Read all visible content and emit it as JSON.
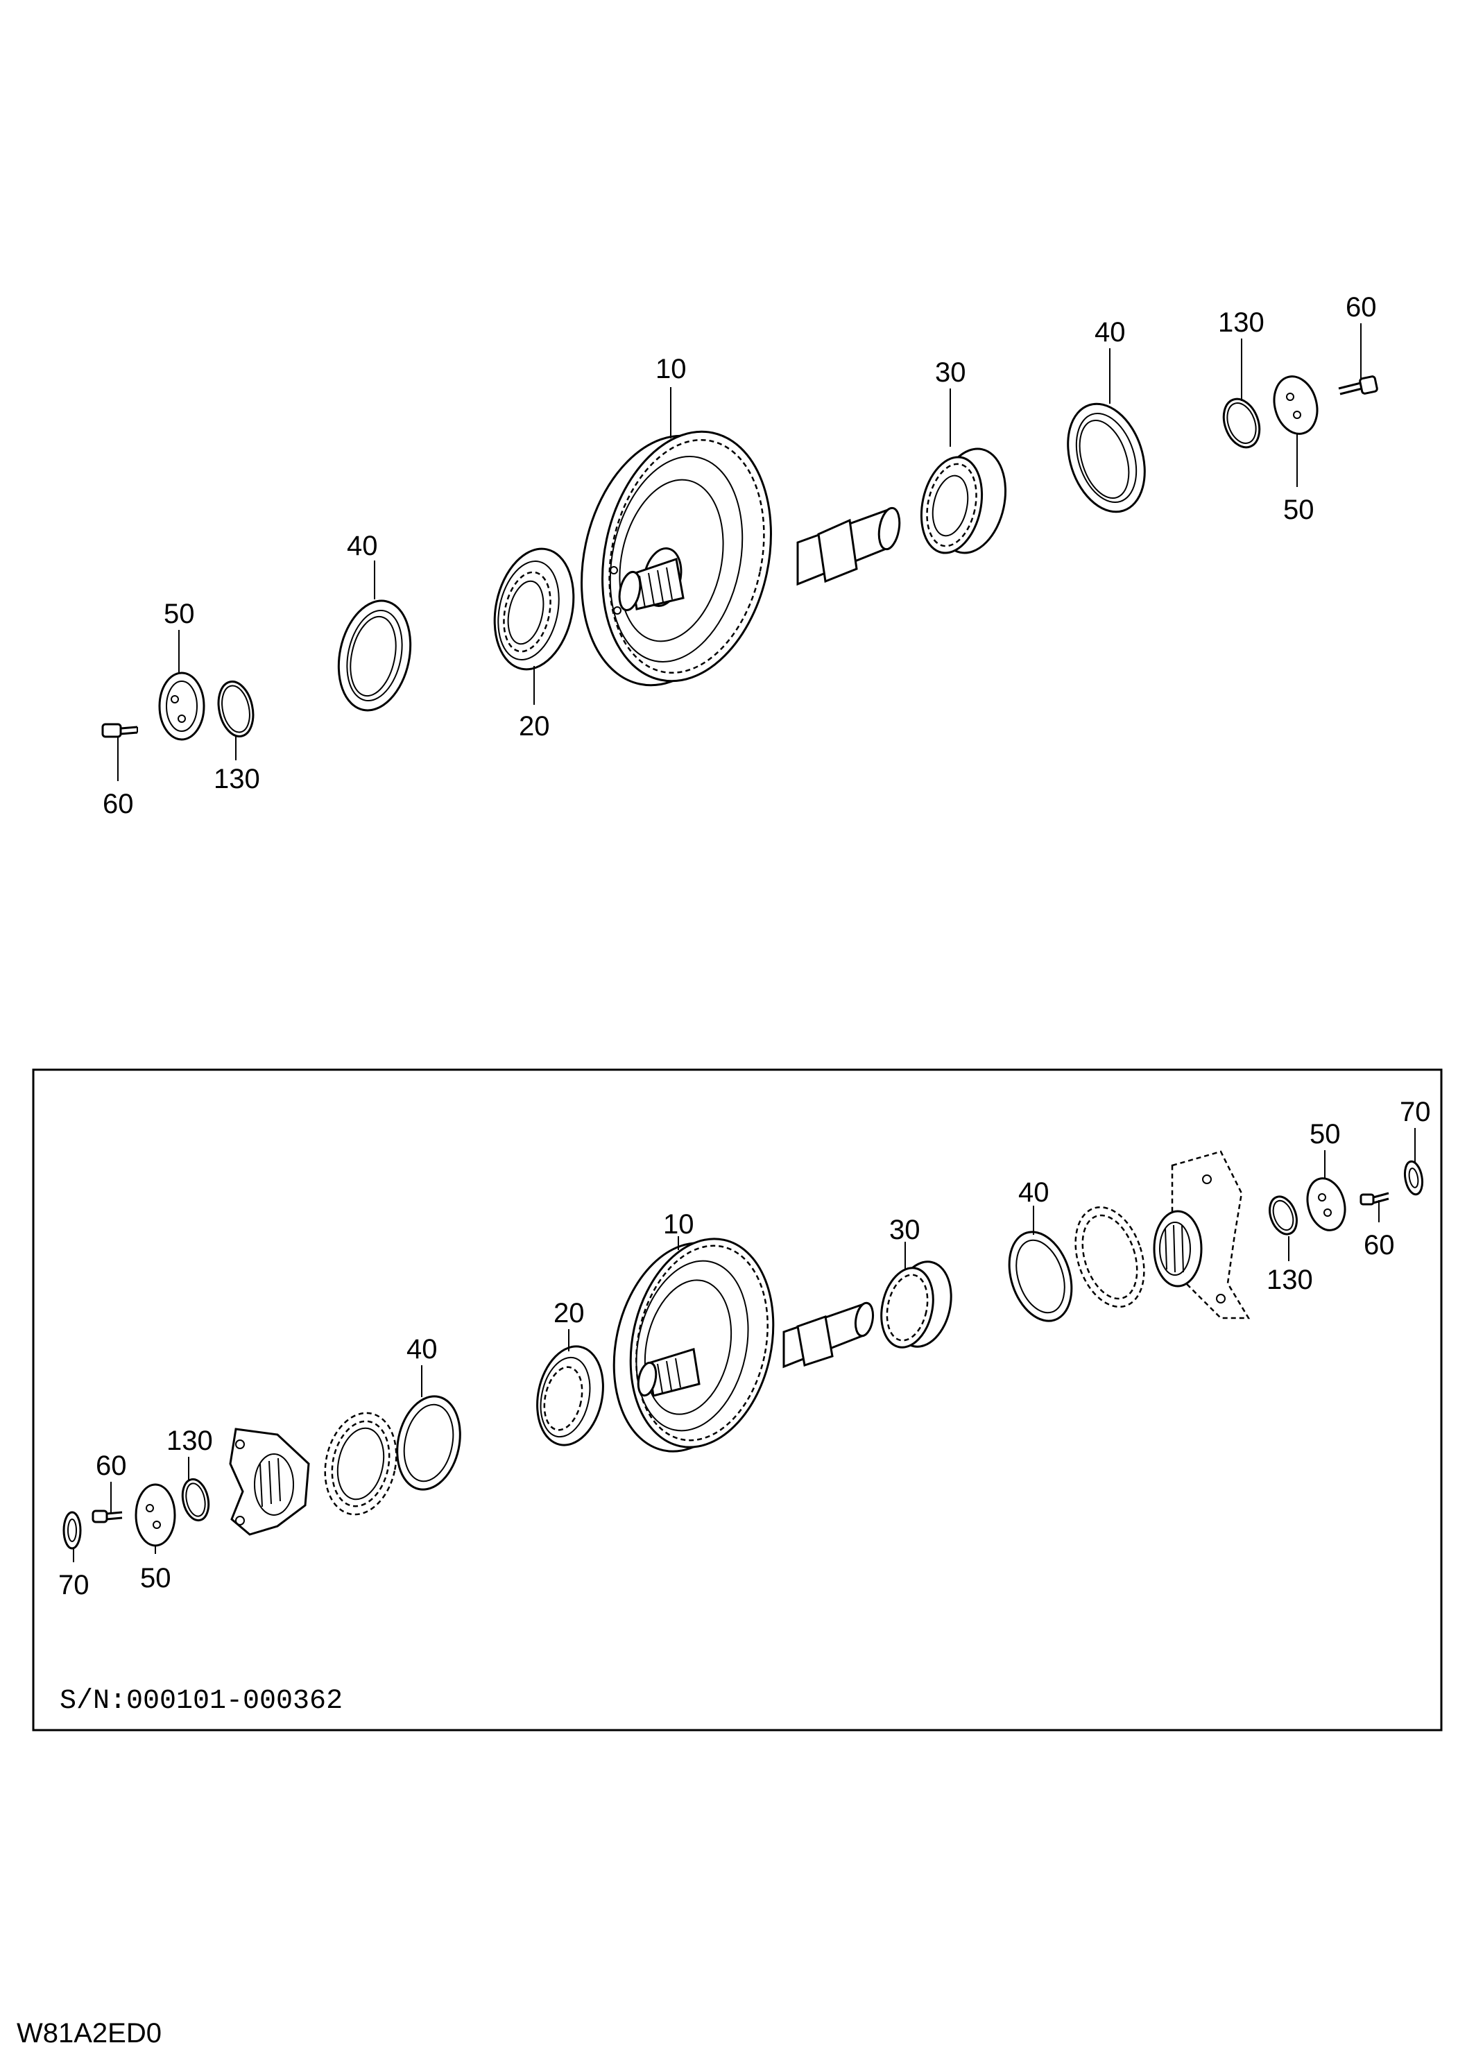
{
  "upper_assembly": {
    "labels": [
      "10",
      "20",
      "30",
      "40",
      "40",
      "50",
      "50",
      "60",
      "60",
      "130",
      "130"
    ]
  },
  "lower_assembly": {
    "labels": [
      "10",
      "20",
      "30",
      "40",
      "40",
      "50",
      "50",
      "60",
      "60",
      "70",
      "70",
      "130",
      "130"
    ],
    "serial_range": "S/N:000101-000362"
  },
  "drawing_code": "W81A2ED0"
}
